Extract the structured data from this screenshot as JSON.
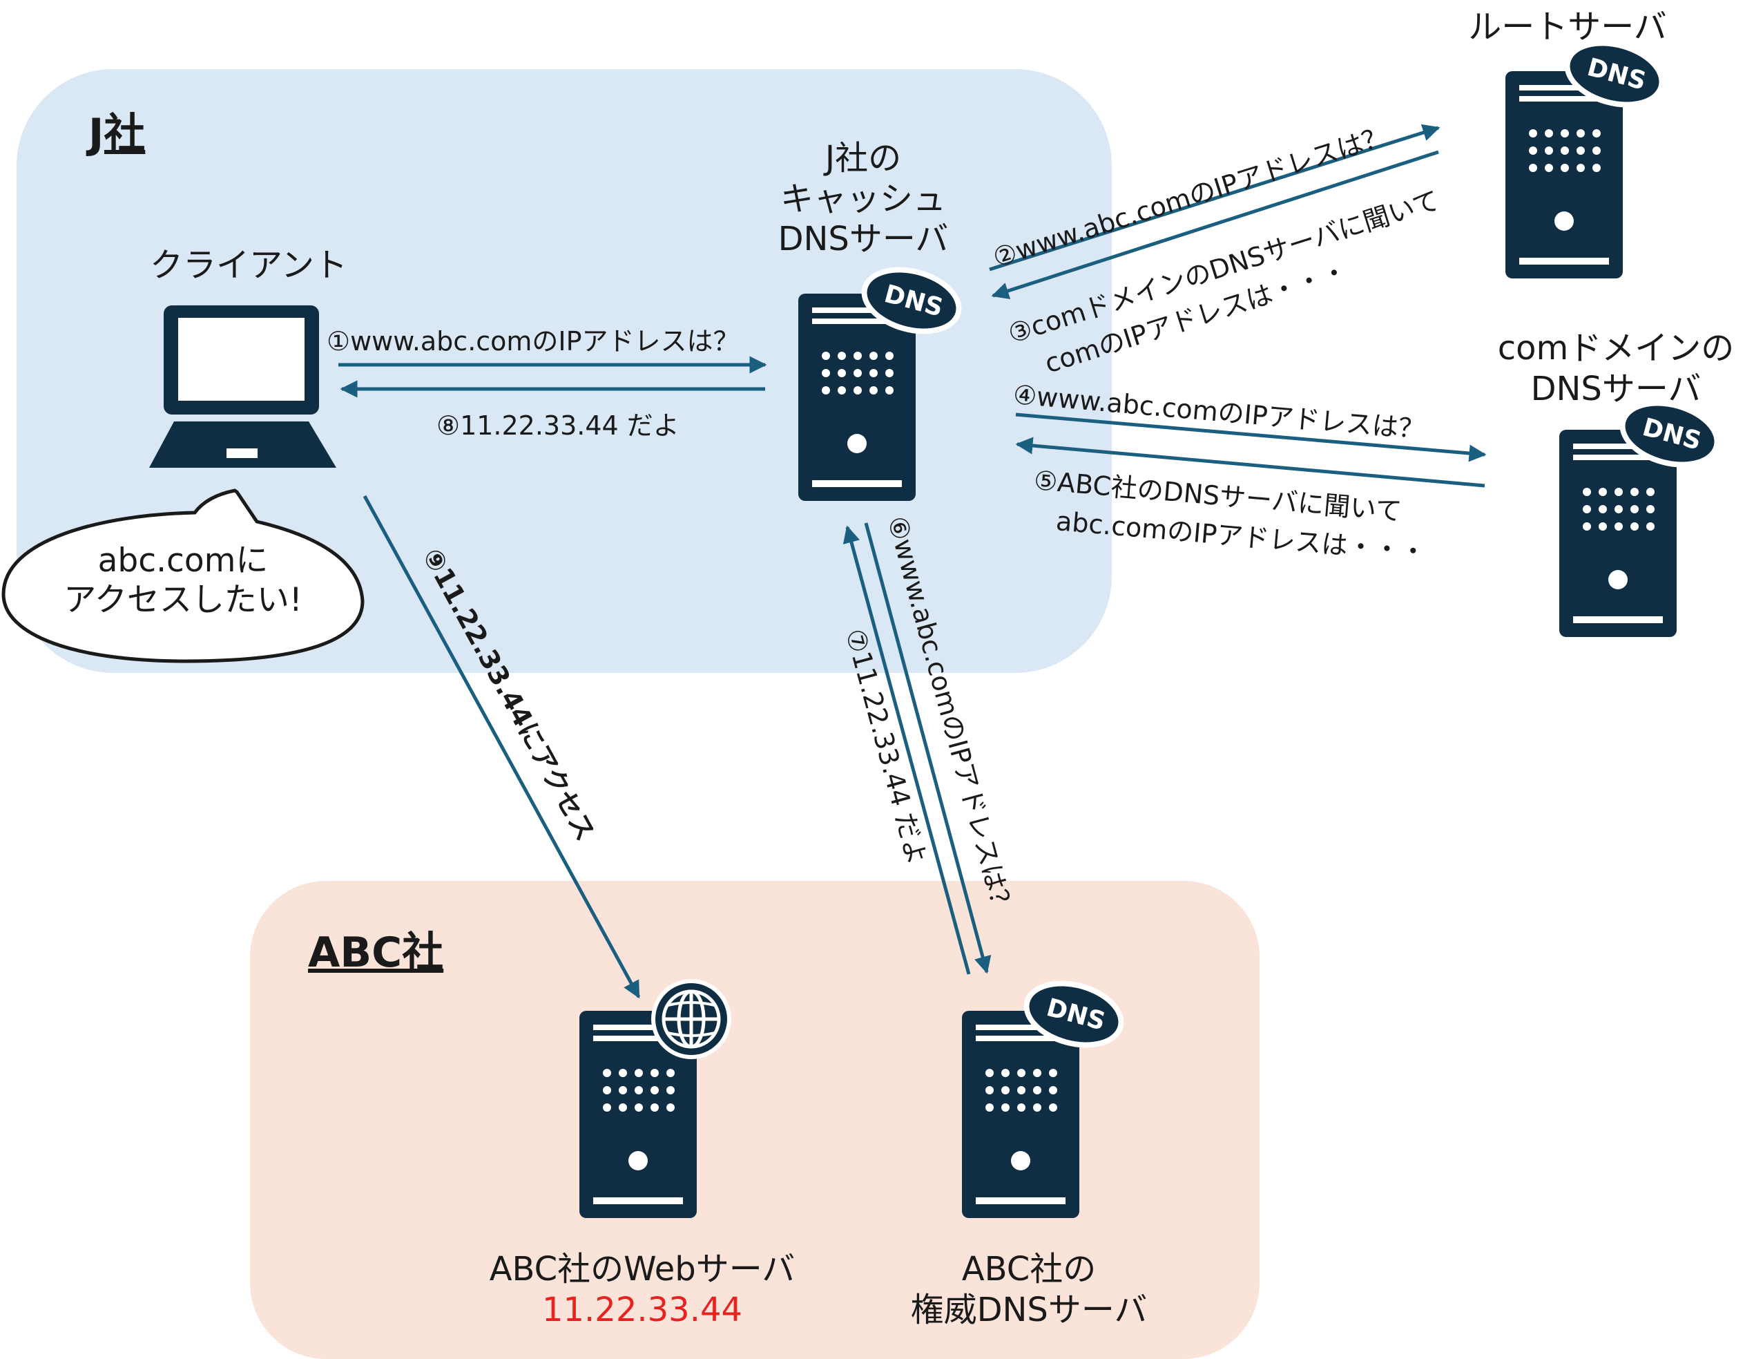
{
  "zones": {
    "j_company": "J社",
    "abc_company": "ABC社"
  },
  "nodes": {
    "client": "クライアント",
    "cache_dns": [
      "J社の",
      "キャッシュ",
      "DNSサーバ"
    ],
    "root_server": "ルートサーバ",
    "com_dns": [
      "comドメインの",
      "DNSサーバ"
    ],
    "web_server": "ABC社のWebサーバ",
    "web_server_ip": "11.22.33.44",
    "auth_dns": [
      "ABC社の",
      "権威DNSサーバ"
    ]
  },
  "speech_bubble": [
    "abc.comに",
    "アクセスしたい!"
  ],
  "badge": "DNS",
  "messages": {
    "m1": "①www.abc.comのIPアドレスは？",
    "m8": "⑧11.22.33.44 だよ",
    "m2": "②www.abc.comのIPアドレスは？",
    "m3_line1": "③comドメインのDNSサーバに聞いて",
    "m3_line2": "comのIPアドレスは・・・",
    "m4": "④www.abc.comのIPアドレスは？",
    "m5_line1": "⑤ABC社のDNSサーバに聞いて",
    "m5_line2": "abc.comのIPアドレスは・・・",
    "m6": "⑥www.abc.comのIPアドレスは？",
    "m7": "⑦11.22.33.44 だよ",
    "m9": "⑨11.22.33.44にアクセス"
  },
  "colors": {
    "zone_j": "#dae7f4",
    "zone_abc": "#fae3d9",
    "icon": "#0f2e44",
    "arrow": "#1a5e80",
    "ip_highlight": "#e8231f"
  },
  "icons": [
    "server-icon",
    "dns-badge-icon",
    "globe-icon",
    "laptop-icon"
  ]
}
